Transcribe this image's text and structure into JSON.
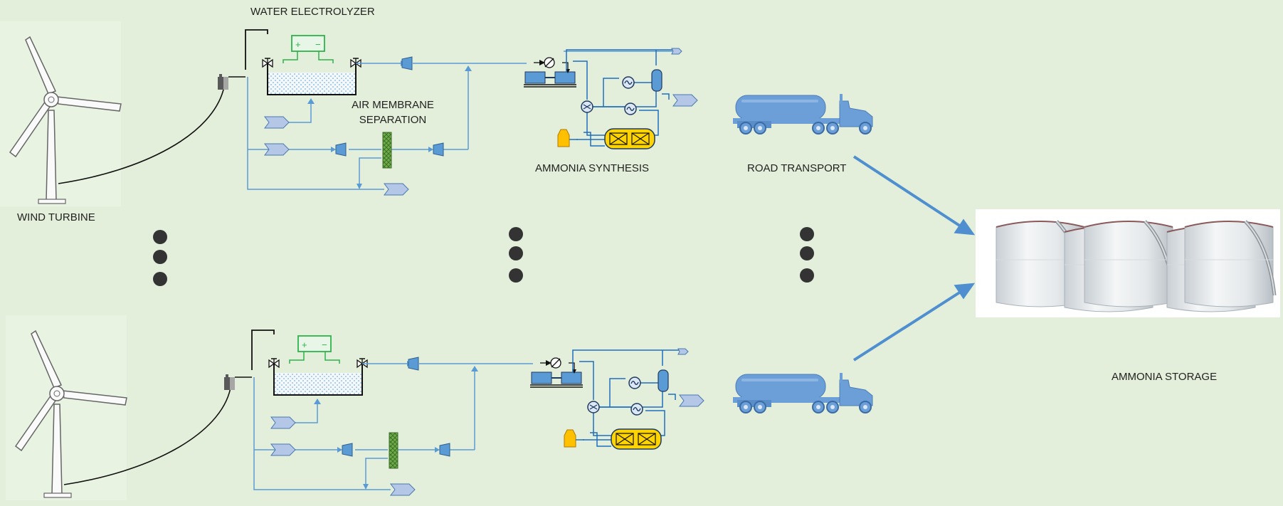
{
  "labels": {
    "water_electrolyzer": "WATER ELECTROLYZER",
    "air_membrane_line1": "AIR MEMBRANE",
    "air_membrane_line2": "SEPARATION",
    "ammonia_synthesis": "AMMONIA SYNTHESIS",
    "road_transport": "ROAD TRANSPORT",
    "wind_turbine": "WIND TURBINE",
    "ammonia_storage": "AMMONIA STORAGE"
  },
  "electrolyzer_signs": {
    "plus": "+",
    "minus": "−"
  },
  "colors": {
    "background": "#e3efda",
    "process_line": "#5b9bd5",
    "equipment_blue": "#5b9bd5",
    "stream_arrow": "#b4c7e7",
    "electrolyzer_green": "#2db34a",
    "reactor_yellow": "#ffd400",
    "membrane_green": "#70ad47",
    "vessel_orange": "#ffc000",
    "dots": "#333333"
  },
  "icons": [
    "wind-turbine-icon",
    "battery-icon",
    "electrolyzer-icon",
    "compressor-icon",
    "membrane-module-icon",
    "heat-exchanger-icon",
    "reactor-icon",
    "separator-icon",
    "tanker-truck-icon",
    "storage-tanks-icon",
    "stream-arrow-icon",
    "ellipsis-dots-icon"
  ]
}
